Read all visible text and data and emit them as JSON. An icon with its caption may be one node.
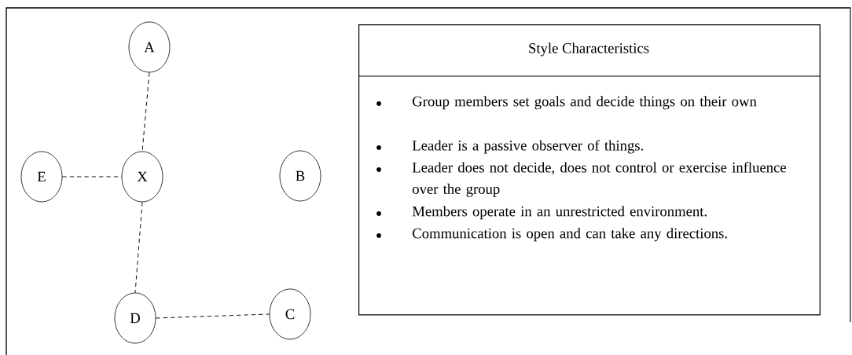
{
  "diagram": {
    "nodes": [
      {
        "text": [
          "A"
        ]
      },
      {
        "text": [
          "E"
        ]
      },
      {
        "text": [
          "X"
        ]
      },
      {
        "text": [
          "B"
        ]
      },
      {
        "text": [
          "D"
        ]
      },
      {
        "text": [
          "C"
        ]
      },
      {
        "text": [
          "Style  Characteristics",
          "Group members set goals and decide things on their own",
          "Leader is a passive observer of things.",
          "Leader does not decide, does not control or exercise  influence over the group",
          "Members operate in an unrestricted environment.",
          "Communication is open and can take any directions."
        ]
      }
    ],
    "edges": [
      {
        "from": 0,
        "to": 2,
        "arrow": "none",
        "style": "dashed"
      },
      {
        "from": 1,
        "to": 2,
        "arrow": "none",
        "style": "dashed"
      },
      {
        "from": 2,
        "to": 4,
        "arrow": "none",
        "style": "dashed"
      },
      {
        "from": 4,
        "to": 5,
        "arrow": "none",
        "style": "dashed"
      }
    ]
  }
}
